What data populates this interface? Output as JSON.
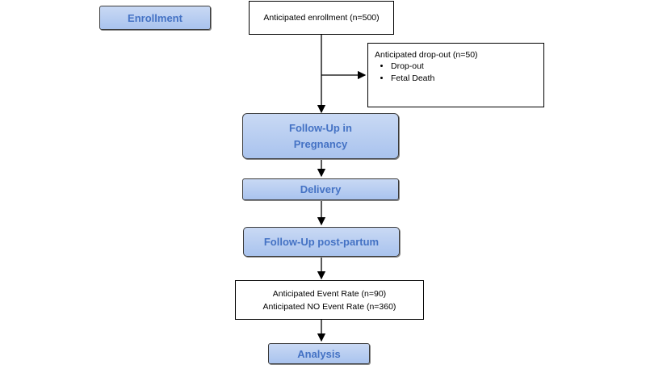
{
  "enrollment_label": "Enrollment",
  "anticipated_enrollment": "Anticipated enrollment (n=500)",
  "dropout": {
    "title": "Anticipated drop-out (n=50)",
    "items": [
      "Drop-out",
      "Fetal Death"
    ]
  },
  "followup_pregnancy": {
    "line1": "Follow-Up in",
    "line2": "Pregnancy"
  },
  "delivery": "Delivery",
  "followup_postpartum": "Follow-Up post-partum",
  "event_rate": {
    "line1": "Anticipated Event Rate (n=90)",
    "line2": "Anticipated NO Event Rate (n=360)"
  },
  "analysis": "Analysis"
}
